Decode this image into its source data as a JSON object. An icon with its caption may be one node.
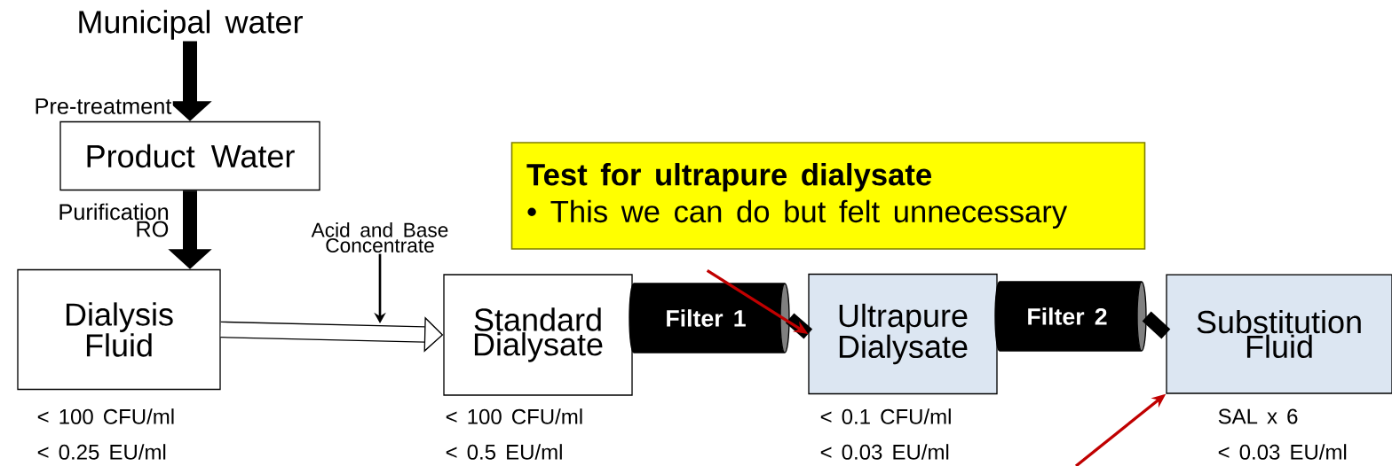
{
  "diagram": {
    "nodes": [
      {
        "text": [
          "Municipal water"
        ]
      },
      {
        "text": [
          "Product Water"
        ]
      },
      {
        "text": [
          "Dialysis Fluid"
        ],
        "beside": [
          "< 100 CFU/ml",
          "< 0.25 EU/ml"
        ]
      },
      {
        "text": [
          "Standard Dialysate"
        ],
        "beside": [
          "< 100 CFU/ml",
          "< 0.5 EU/ml"
        ]
      },
      {
        "text": [
          "Filter 1"
        ]
      },
      {
        "text": [
          "Ultrapure Dialysate"
        ],
        "beside": [
          "< 0.1 CFU/ml",
          "< 0.03 EU/ml"
        ]
      },
      {
        "text": [
          "Filter 2"
        ]
      },
      {
        "text": [
          "Substitution Fluid"
        ],
        "beside": [
          "SAL x 6",
          "< 0.03 EU/ml"
        ]
      },
      {
        "text": [
          "Test for ultrapure dialysate",
          "• This we can do but felt unnecessary"
        ]
      },
      {
        "text": [
          "Acid and Base Concentrate"
        ]
      }
    ],
    "edges": [
      {
        "from": 0,
        "to": 1,
        "arrow": "to",
        "label": "Pre-treatment"
      },
      {
        "from": 1,
        "to": 2,
        "arrow": "to",
        "label": "Purification RO"
      },
      {
        "from": 2,
        "to": 3,
        "arrow": "to"
      },
      {
        "from": 9,
        "to": null,
        "arrow": "to"
      },
      {
        "from": 4,
        "to": 5,
        "arrow": "none"
      },
      {
        "from": 6,
        "to": 7,
        "arrow": "none"
      },
      {
        "from": 4,
        "to": 5,
        "arrow": "to",
        "color": "#c00000"
      },
      {
        "from": null,
        "to": 7,
        "arrow": "to",
        "color": "#c00000"
      }
    ]
  }
}
